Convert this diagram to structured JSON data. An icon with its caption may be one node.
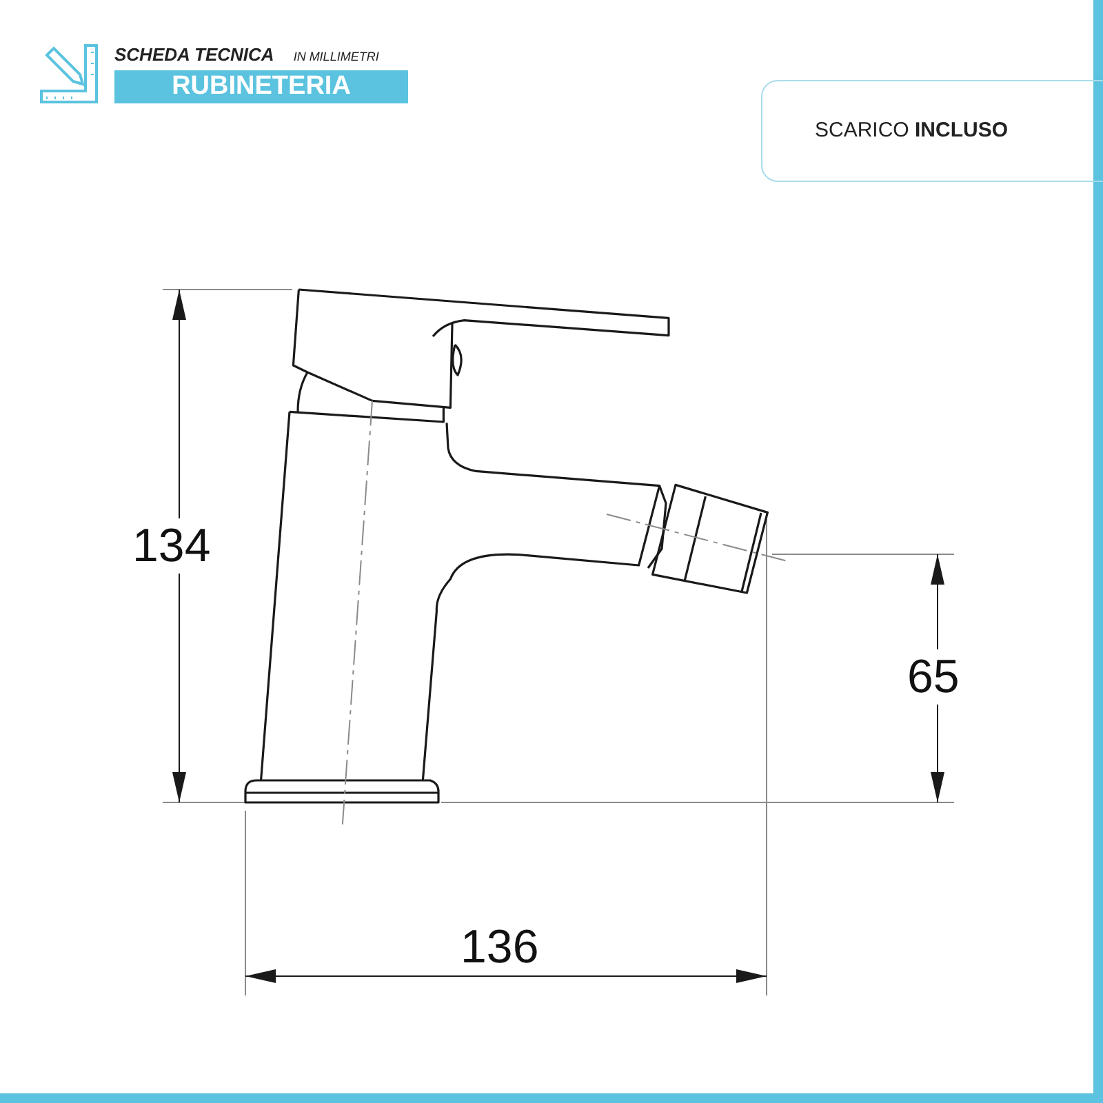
{
  "diagram": {
    "labels": [
      "SCHEDA TECNICA",
      "IN MILLIMETRI",
      "RUBINETERIA",
      "SCARICO **INCLUSO**",
      "134",
      "65",
      "136"
    ]
  }
}
